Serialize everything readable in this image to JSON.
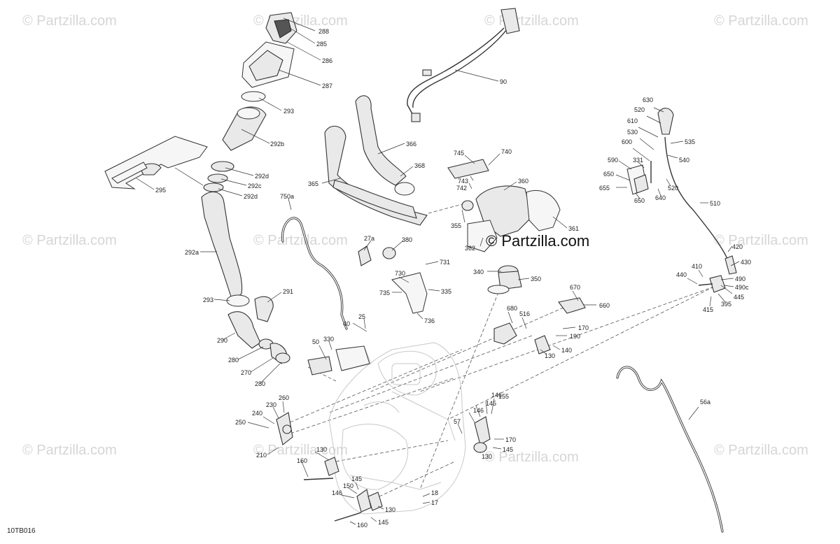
{
  "watermark": "© Partzilla.com",
  "brand": "© Partzilla.com",
  "diagram_code": "10TB016",
  "callouts": {
    "c288": "288",
    "c285": "285",
    "c286": "286",
    "c287": "287",
    "c293a": "293",
    "c292b": "292b",
    "c292d1": "292d",
    "c292c": "292c",
    "c292d2": "292d",
    "c295": "295",
    "c292a": "292a",
    "c293b": "293",
    "c291": "291",
    "c290": "290",
    "c280a": "280",
    "c270": "270",
    "c280b": "280",
    "c90": "90",
    "c366": "366",
    "c368": "368",
    "c365": "365",
    "c745": "745",
    "c740": "740",
    "c743": "743",
    "c742": "742",
    "c360": "360",
    "c355": "355",
    "c361": "361",
    "c750a": "750a",
    "c27a": "27a",
    "c380": "380",
    "c362": "362",
    "c340": "340",
    "c350": "350",
    "c731": "731",
    "c730": "730",
    "c735": "735",
    "c335": "335",
    "c736": "736",
    "c40": "40",
    "c25": "25",
    "c50": "50",
    "c330": "330",
    "c680": "680",
    "c516": "516",
    "c670": "670",
    "c660": "660",
    "c170a": "170",
    "c190": "190",
    "c130a": "130",
    "c140": "140",
    "c630": "630",
    "c520a": "520",
    "c610": "610",
    "c530": "530",
    "c600": "600",
    "c535": "535",
    "c590": "590",
    "c331": "331",
    "c540": "540",
    "c650a": "650",
    "c655": "655",
    "c650b": "650",
    "c640": "640",
    "c520b": "520",
    "c510": "510",
    "c420": "420",
    "c410": "410",
    "c430": "430",
    "c440": "440",
    "c490": "490",
    "c490c": "490c",
    "c415": "415",
    "c395": "395",
    "c445": "445",
    "c260": "260",
    "c230": "230",
    "c240": "240",
    "c250": "250",
    "c210": "210",
    "c130b": "130",
    "c160a": "160",
    "c145a": "145",
    "c155": "155",
    "c146a": "146",
    "c146b": "146",
    "c57": "57",
    "c170b": "170",
    "c145b": "145",
    "c130c": "130",
    "c145c": "145",
    "c150": "150",
    "c146c": "146",
    "c130d": "130",
    "c18": "18",
    "c17": "17",
    "c160b": "160",
    "c145d": "145",
    "c56a": "56a"
  }
}
